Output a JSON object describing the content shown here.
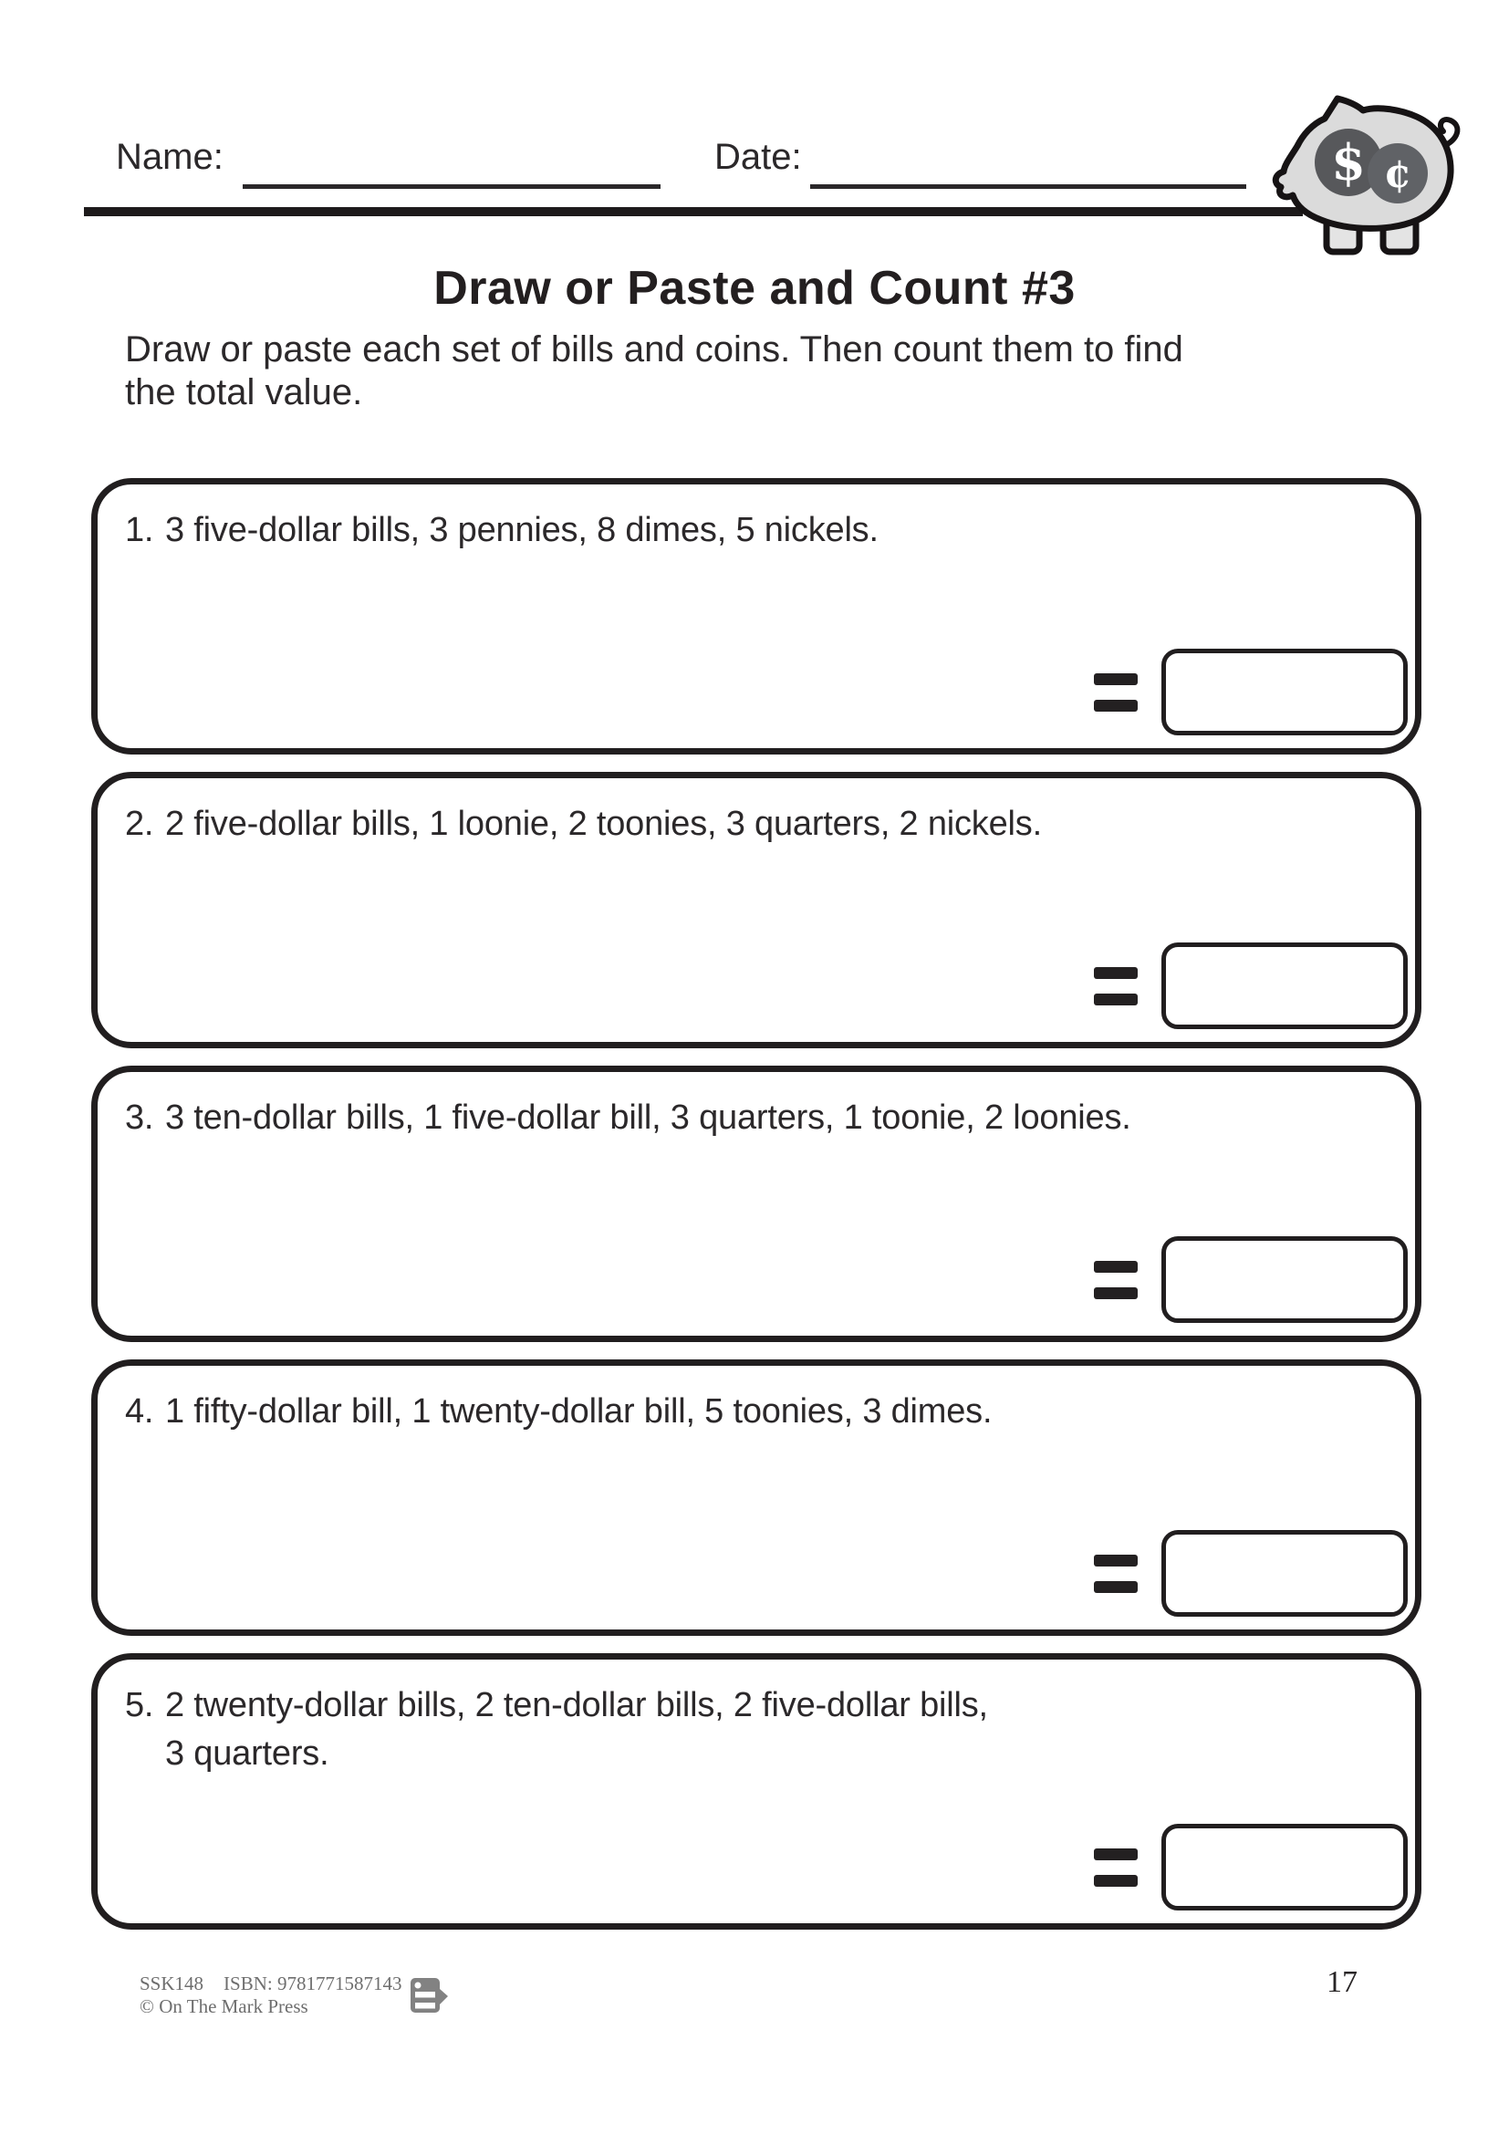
{
  "header": {
    "name_label": "Name:",
    "date_label": "Date:",
    "logo_dollar": "$",
    "logo_cent": "¢"
  },
  "title": "Draw or Paste and Count #3",
  "instructions": "Draw or paste each set of bills and coins. Then count them to find\nthe total value.",
  "questions": [
    {
      "number": "1.",
      "text": "3 five-dollar bills, 3 pennies, 8 dimes, 5 nickels."
    },
    {
      "number": "2.",
      "text": "2 five-dollar bills, 1 loonie, 2 toonies, 3 quarters, 2 nickels."
    },
    {
      "number": "3.",
      "text": "3 ten-dollar bills, 1 five-dollar bill, 3 quarters, 1 toonie, 2 loonies."
    },
    {
      "number": "4.",
      "text": "1 fifty-dollar bill, 1 twenty-dollar bill, 5 toonies, 3 dimes."
    },
    {
      "number": "5.",
      "text": "2 twenty-dollar bills, 2 ten-dollar bills, 2 five-dollar bills,\n3 quarters."
    }
  ],
  "footer": {
    "code": "SSK148",
    "isbn": "ISBN: 9781771587143",
    "publisher": "© On The Mark Press",
    "page_number": "17"
  },
  "colors": {
    "ink": "#231f20",
    "footer_gray": "#6e6e6e",
    "pig_body": "#dbdbdb",
    "coin_dark": "#57585b"
  }
}
